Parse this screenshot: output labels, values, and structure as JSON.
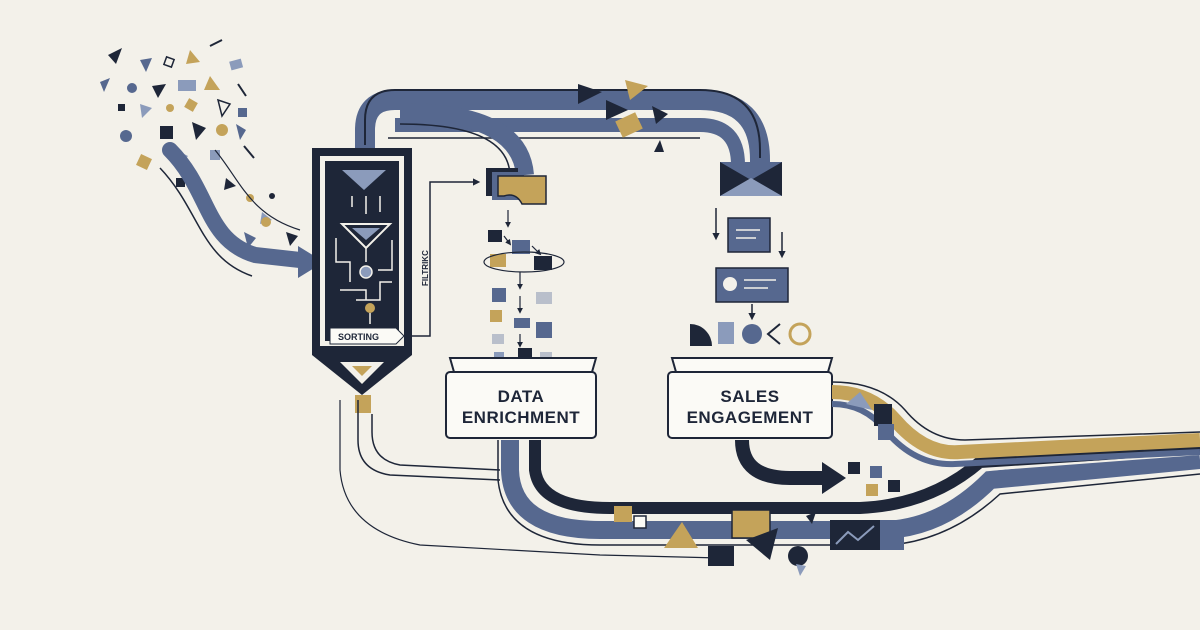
{
  "colors": {
    "background": "#f3f1ea",
    "navy": "#1e2638",
    "slate": "#56688f",
    "slate_light": "#8b9bbb",
    "gold": "#c4a35a",
    "gray": "#b9bfcb",
    "white": "#fbfaf6"
  },
  "machine": {
    "sorting_label": "SORTING",
    "filtering_label": "FILTRIKC"
  },
  "stages": {
    "enrichment": {
      "line1": "DATA",
      "line2": "ENRICHMENT"
    },
    "engagement": {
      "line1": "SALES",
      "line2": "ENGAGEMENT"
    }
  },
  "icons": {
    "filter": "funnel-icon",
    "document": "document-icon",
    "profile": "profile-card-icon"
  }
}
